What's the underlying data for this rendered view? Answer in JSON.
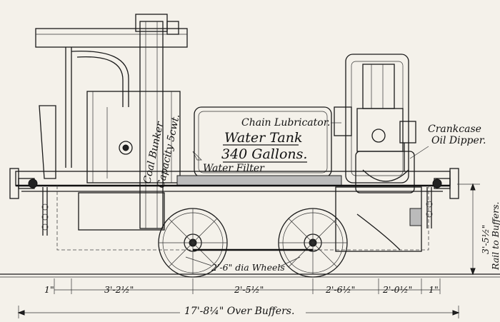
{
  "labels": {
    "chain_lubricator": "Chain Lubricator.",
    "crankcase_line1": "Crankcase",
    "crankcase_line2": "Oil Dipper.",
    "water_tank_line1": "Water Tank",
    "water_tank_line2": "340 Gallons.",
    "coal_bunker_line1": "Coal Bunker",
    "coal_bunker_line2": "Capacity 5cwt.",
    "water_filter": "Water Filter",
    "wheels": "2'-6\" dia Wheels",
    "height_line1": "3'-5½\"",
    "height_line2": "Rail to Buffers."
  },
  "dimensions": {
    "segments": [
      "1\"",
      "3'-2½\"",
      "2'-5½\"",
      "2'-6½\"",
      "2'-0½\"",
      "1\""
    ],
    "overall": "17'-8¼\" Over Buffers."
  }
}
